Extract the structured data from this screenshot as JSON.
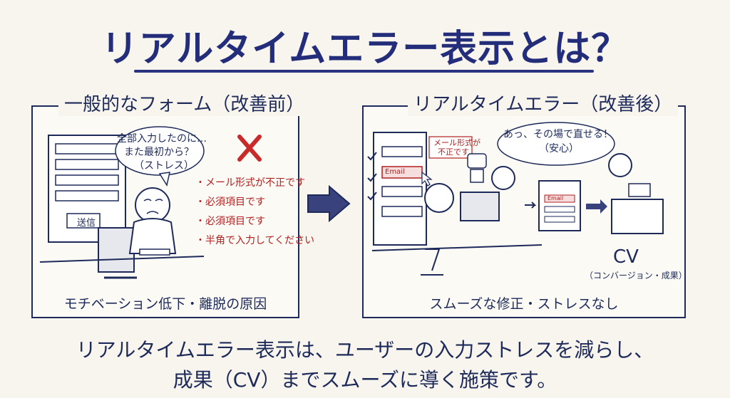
{
  "title": "リアルタイムエラー表示とは？",
  "left_panel": {
    "title": "一般的なフォーム（改善前）",
    "bubble_line1": "全部入力したのに…",
    "bubble_line2": "また最初から？",
    "bubble_line3": "（ストレス）",
    "send_button": "送信",
    "errors": [
      "・メール形式が不正です",
      "・必須項目です",
      "・必須項目です",
      "・半角で入力してください"
    ],
    "caption": "モチベーション低下・離脱の原因"
  },
  "right_panel": {
    "title": "リアルタイムエラー（改善後）",
    "small_error_line1": "メール形式が",
    "small_error_line2": "不正です",
    "email_field": "Email",
    "bubble_line1": "あっ、その場で直せる！",
    "bubble_line2": "（安心）",
    "mini_email": "Email",
    "caption": "スムーズな修正・ストレスなし"
  },
  "cv": {
    "label": "CV",
    "sub": "（コンバージョン・成果）"
  },
  "summary": {
    "line1": "リアルタイムエラー表示は、ユーザーの入力ストレスを減らし、",
    "line2": "成果（CV）までスムーズに導く施策です。"
  },
  "colors": {
    "ink": "#1e2a5a",
    "error": "#b21f1f",
    "title": "#232d7a"
  }
}
